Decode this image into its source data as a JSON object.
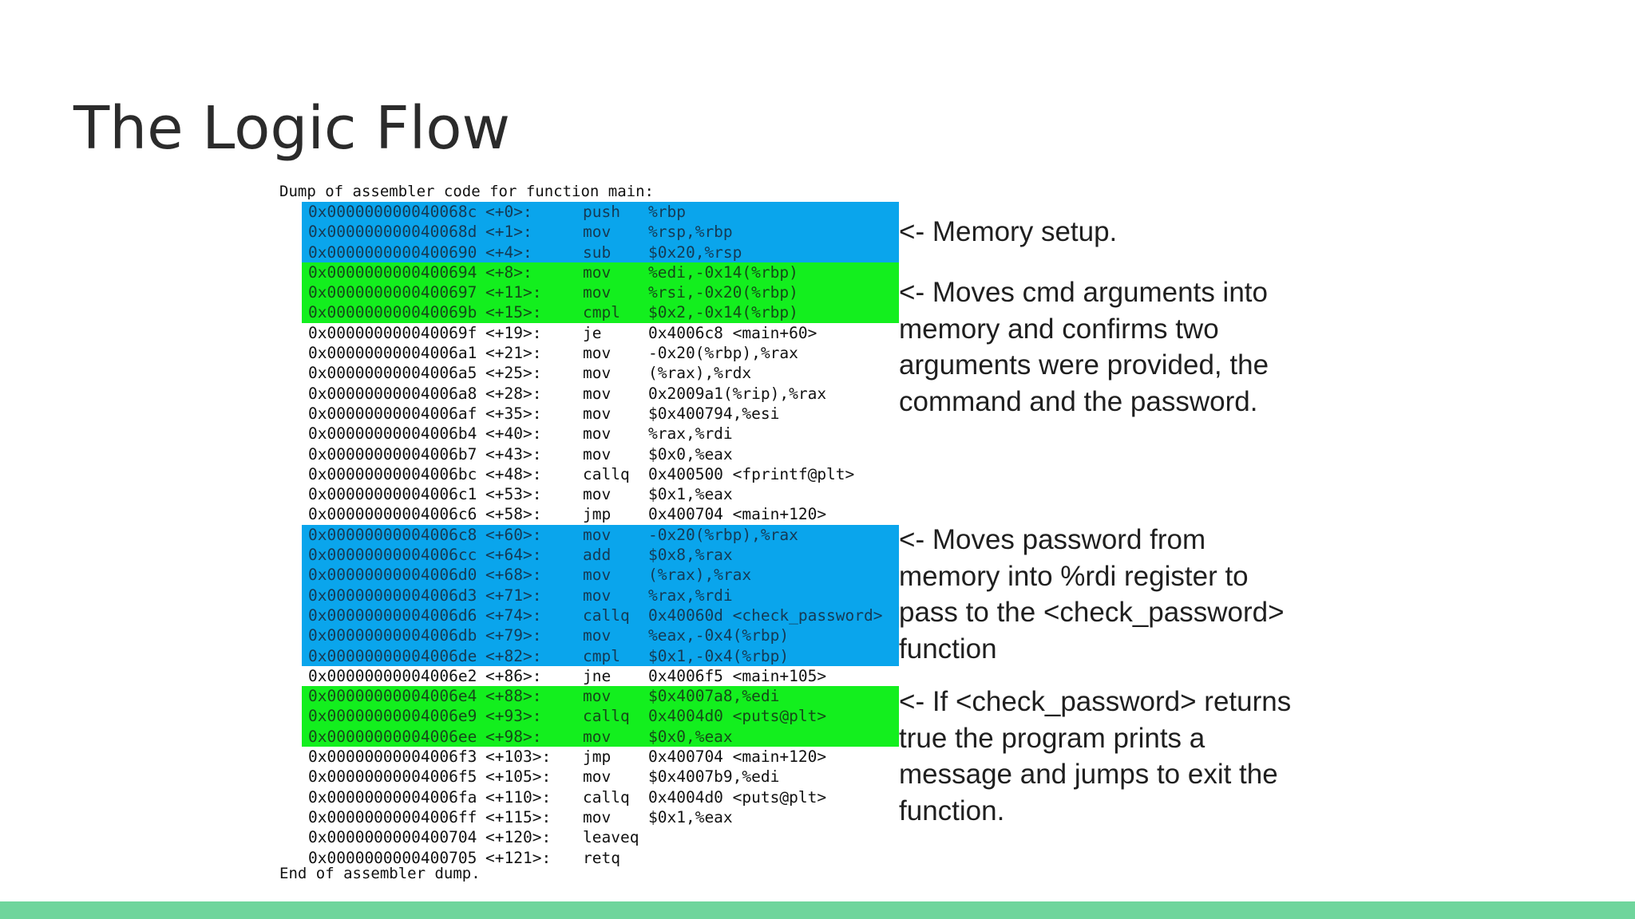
{
  "slide": {
    "title": "The Logic Flow"
  },
  "assembly": {
    "header": "Dump of assembler code for function main:",
    "footer": "End of assembler dump.",
    "lines": [
      {
        "addr": "0x000000000040068c",
        "off": "<+0>:",
        "op": "push",
        "args": "%rbp",
        "hl": "blue"
      },
      {
        "addr": "0x000000000040068d",
        "off": "<+1>:",
        "op": "mov",
        "args": "%rsp,%rbp",
        "hl": "blue"
      },
      {
        "addr": "0x0000000000400690",
        "off": "<+4>:",
        "op": "sub",
        "args": "$0x20,%rsp",
        "hl": "blue"
      },
      {
        "addr": "0x0000000000400694",
        "off": "<+8>:",
        "op": "mov",
        "args": "%edi,-0x14(%rbp)",
        "hl": "green"
      },
      {
        "addr": "0x0000000000400697",
        "off": "<+11>:",
        "op": "mov",
        "args": "%rsi,-0x20(%rbp)",
        "hl": "green"
      },
      {
        "addr": "0x000000000040069b",
        "off": "<+15>:",
        "op": "cmpl",
        "args": "$0x2,-0x14(%rbp)",
        "hl": "green"
      },
      {
        "addr": "0x000000000040069f",
        "off": "<+19>:",
        "op": "je",
        "args": "0x4006c8 <main+60>",
        "hl": ""
      },
      {
        "addr": "0x00000000004006a1",
        "off": "<+21>:",
        "op": "mov",
        "args": "-0x20(%rbp),%rax",
        "hl": ""
      },
      {
        "addr": "0x00000000004006a5",
        "off": "<+25>:",
        "op": "mov",
        "args": "(%rax),%rdx",
        "hl": ""
      },
      {
        "addr": "0x00000000004006a8",
        "off": "<+28>:",
        "op": "mov",
        "args": "0x2009a1(%rip),%rax",
        "hl": ""
      },
      {
        "addr": "0x00000000004006af",
        "off": "<+35>:",
        "op": "mov",
        "args": "$0x400794,%esi",
        "hl": ""
      },
      {
        "addr": "0x00000000004006b4",
        "off": "<+40>:",
        "op": "mov",
        "args": "%rax,%rdi",
        "hl": ""
      },
      {
        "addr": "0x00000000004006b7",
        "off": "<+43>:",
        "op": "mov",
        "args": "$0x0,%eax",
        "hl": ""
      },
      {
        "addr": "0x00000000004006bc",
        "off": "<+48>:",
        "op": "callq",
        "args": "0x400500 <fprintf@plt>",
        "hl": ""
      },
      {
        "addr": "0x00000000004006c1",
        "off": "<+53>:",
        "op": "mov",
        "args": "$0x1,%eax",
        "hl": ""
      },
      {
        "addr": "0x00000000004006c6",
        "off": "<+58>:",
        "op": "jmp",
        "args": "0x400704 <main+120>",
        "hl": ""
      },
      {
        "addr": "0x00000000004006c8",
        "off": "<+60>:",
        "op": "mov",
        "args": "-0x20(%rbp),%rax",
        "hl": "blue"
      },
      {
        "addr": "0x00000000004006cc",
        "off": "<+64>:",
        "op": "add",
        "args": "$0x8,%rax",
        "hl": "blue"
      },
      {
        "addr": "0x00000000004006d0",
        "off": "<+68>:",
        "op": "mov",
        "args": "(%rax),%rax",
        "hl": "blue"
      },
      {
        "addr": "0x00000000004006d3",
        "off": "<+71>:",
        "op": "mov",
        "args": "%rax,%rdi",
        "hl": "blue"
      },
      {
        "addr": "0x00000000004006d6",
        "off": "<+74>:",
        "op": "callq",
        "args": "0x40060d <check_password>",
        "hl": "blue"
      },
      {
        "addr": "0x00000000004006db",
        "off": "<+79>:",
        "op": "mov",
        "args": "%eax,-0x4(%rbp)",
        "hl": "blue"
      },
      {
        "addr": "0x00000000004006de",
        "off": "<+82>:",
        "op": "cmpl",
        "args": "$0x1,-0x4(%rbp)",
        "hl": "blue"
      },
      {
        "addr": "0x00000000004006e2",
        "off": "<+86>:",
        "op": "jne",
        "args": "0x4006f5 <main+105>",
        "hl": ""
      },
      {
        "addr": "0x00000000004006e4",
        "off": "<+88>:",
        "op": "mov",
        "args": "$0x4007a8,%edi",
        "hl": "green"
      },
      {
        "addr": "0x00000000004006e9",
        "off": "<+93>:",
        "op": "callq",
        "args": "0x4004d0 <puts@plt>",
        "hl": "green"
      },
      {
        "addr": "0x00000000004006ee",
        "off": "<+98>:",
        "op": "mov",
        "args": "$0x0,%eax",
        "hl": "green"
      },
      {
        "addr": "0x00000000004006f3",
        "off": "<+103>:",
        "op": "jmp",
        "args": "0x400704 <main+120>",
        "hl": ""
      },
      {
        "addr": "0x00000000004006f5",
        "off": "<+105>:",
        "op": "mov",
        "args": "$0x4007b9,%edi",
        "hl": ""
      },
      {
        "addr": "0x00000000004006fa",
        "off": "<+110>:",
        "op": "callq",
        "args": "0x4004d0 <puts@plt>",
        "hl": ""
      },
      {
        "addr": "0x00000000004006ff",
        "off": "<+115>:",
        "op": "mov",
        "args": "$0x1,%eax",
        "hl": ""
      },
      {
        "addr": "0x0000000000400704",
        "off": "<+120>:",
        "op": "leaveq",
        "args": "",
        "hl": ""
      },
      {
        "addr": "0x0000000000400705",
        "off": "<+121>:",
        "op": "retq",
        "args": "",
        "hl": ""
      }
    ]
  },
  "annotations": {
    "memory_setup": "<- Memory setup.",
    "cmd_args": "<- Moves cmd arguments into memory and confirms two arguments were provided, the command and the password.",
    "password_move": "<- Moves password from memory into %rdi register to pass to the <check_password> function",
    "check_result": "<- If <check_password> returns true the program prints a message and jumps to exit the function."
  },
  "colors": {
    "highlight_blue": "#0aa5ec",
    "highlight_green": "#13ef1e",
    "footer_bar": "#6fd59c",
    "title_text": "#2b2b2b"
  }
}
